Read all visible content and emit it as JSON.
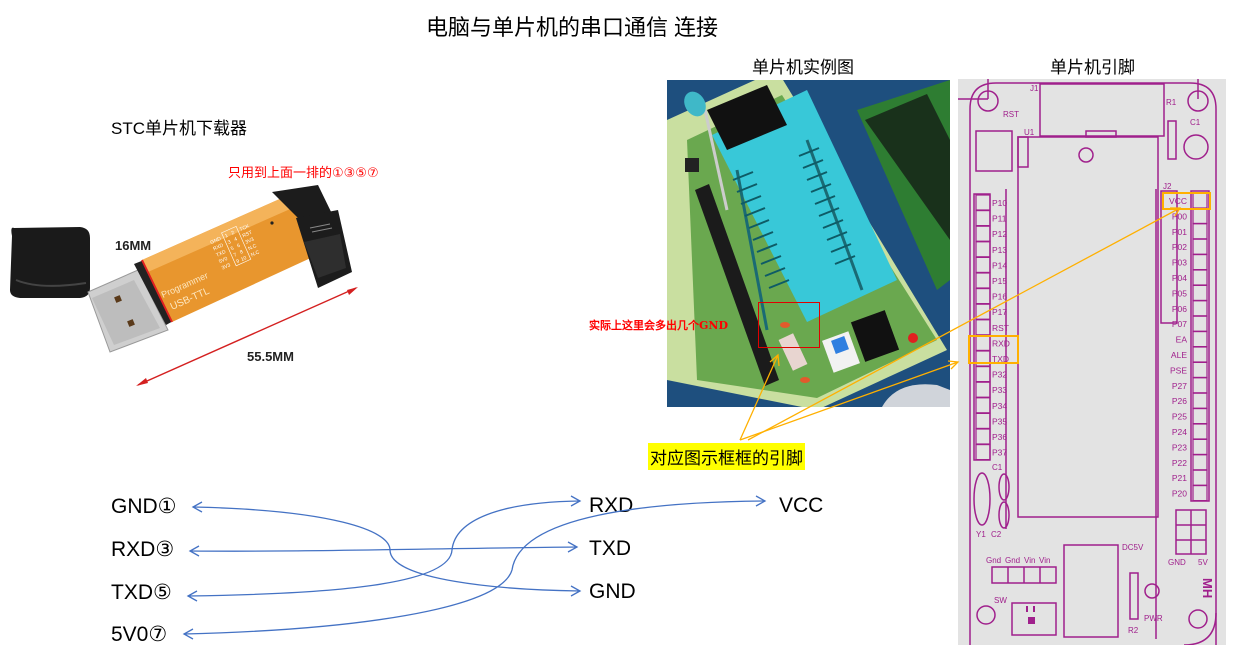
{
  "title": "电脑与单片机的串口通信 连接",
  "downloader": {
    "caption": "STC单片机下载器",
    "note": "只用到上面一排的①③⑤⑦",
    "width_label": "16MM",
    "length_label": "55.5MM",
    "body_text": [
      "Programmer",
      "USB-TTL"
    ],
    "pinout_left": [
      "GND",
      "RXD",
      "TXD",
      "5V0",
      "3V3"
    ],
    "pinout_nums_left": [
      "1",
      "3",
      "5",
      "7",
      "9"
    ],
    "pinout_nums_right": [
      "2",
      "4",
      "6",
      "8",
      "10"
    ],
    "pinout_right": [
      "TCK",
      "RST",
      "3V3",
      "N.C",
      "N.C"
    ]
  },
  "photo": {
    "caption": "单片机实例图",
    "note": "实际上这里会多出几个GND"
  },
  "pinmap": {
    "caption": "单片机引脚",
    "left_pins": [
      "P10",
      "P11",
      "P12",
      "P13",
      "P14",
      "P15",
      "P16",
      "P17",
      "RST",
      "RXD",
      "TXD",
      "P32",
      "P33",
      "P34",
      "P35",
      "P36",
      "P37"
    ],
    "right_pins": [
      "VCC",
      "P00",
      "P01",
      "P02",
      "P03",
      "P04",
      "P05",
      "P06",
      "P07",
      "EA",
      "ALE",
      "PSE",
      "P27",
      "P26",
      "P25",
      "P24",
      "P23",
      "P22",
      "P21",
      "P20"
    ],
    "labels": {
      "j1": "J1",
      "j2": "J2",
      "u1": "U1",
      "r1": "R1",
      "c1_top": "C1",
      "rst": "RST",
      "c1": "C1",
      "c2": "C2",
      "y1": "Y1",
      "dc5v": "DC5V",
      "gnd_vin": [
        "Gnd",
        "Gnd",
        "Vin",
        "Vin"
      ],
      "sw": "SW",
      "pwr": "PWR",
      "r2": "R2",
      "gnd": "GND",
      "five_v": "5V",
      "mh": "MH"
    }
  },
  "callout": "对应图示框框的引脚",
  "wiring": {
    "left": [
      "GND①",
      "RXD③",
      "TXD⑤",
      "5V0⑦"
    ],
    "right": [
      "RXD",
      "TXD",
      "GND"
    ],
    "vcc": "VCC",
    "connections": [
      {
        "from": "GND①",
        "to": "GND"
      },
      {
        "from": "RXD③",
        "to": "TXD"
      },
      {
        "from": "TXD⑤",
        "to": "RXD"
      },
      {
        "from": "5V0⑦",
        "to": "VCC"
      }
    ],
    "line_color": "#4472c4"
  },
  "colors": {
    "highlight_box": "#ffb000",
    "pcb_trace": "#a0208c",
    "note_red": "#ff0000",
    "callout_bg": "#ffff00"
  }
}
